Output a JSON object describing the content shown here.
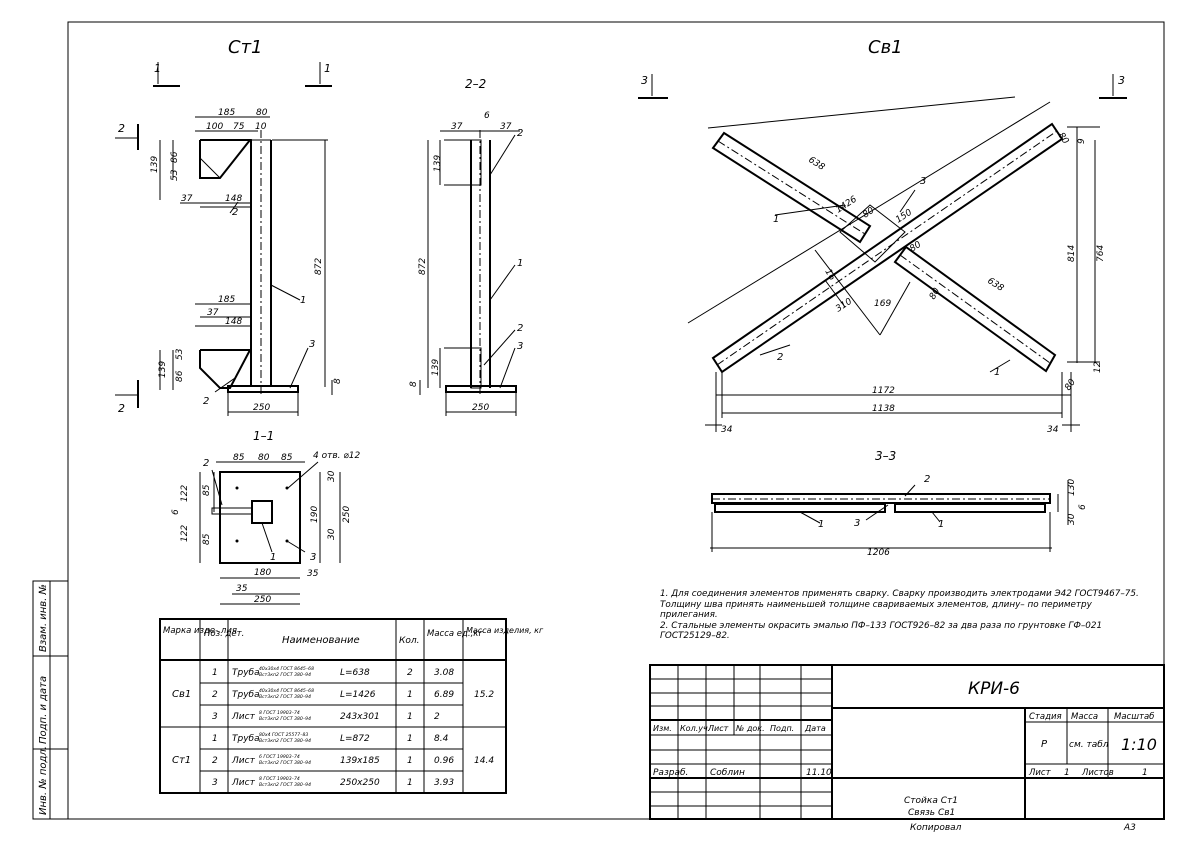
{
  "views": {
    "st1_title": "Ст1",
    "sv1_title": "Св1",
    "sec22": "2–2",
    "sec11": "1–1",
    "sec33": "3–3",
    "cut1": "1",
    "cut2": "2",
    "cut3": "3"
  },
  "st1_dims": [
    "185",
    "80",
    "100",
    "75",
    "10",
    "139",
    "86",
    "53",
    "37",
    "148",
    "872",
    "185",
    "37",
    "148",
    "139",
    "53",
    "86",
    "250",
    "8",
    "1",
    "2",
    "3",
    "2"
  ],
  "sec22_dims": [
    "37",
    "6",
    "37",
    "2",
    "139",
    "872",
    "1",
    "2",
    "3",
    "139",
    "8",
    "250"
  ],
  "sec11_dims": [
    "2",
    "85",
    "80",
    "85",
    "4 отв. ⌀12",
    "30",
    "122",
    "85",
    "6",
    "190",
    "250",
    "122",
    "85",
    "30",
    "1",
    "3",
    "180",
    "35",
    "35",
    "250"
  ],
  "sv1_dims": [
    "638",
    "3",
    "1",
    "1426",
    "80",
    "150",
    "80",
    "16",
    "310",
    "169",
    "638",
    "80",
    "9",
    "814",
    "764",
    "2",
    "1",
    "80",
    "12",
    "1172",
    "1138",
    "34",
    "34",
    "80"
  ],
  "sec33_dims": [
    "2",
    "1",
    "3",
    "1",
    "1206",
    "130",
    "30",
    "6"
  ],
  "notes": [
    "1. Для соединения элементов применять сварку. Сварку производить электродами Э42 ГОСТ9467–75.",
    "Толщину шва принять наименьшей толщине свариваемых элементов, длину– по периметру",
    "прилегания.",
    "2. Стальные элементы окрасить эмалью ПФ–133 ГОСТ926–82 за два раза по грунтовке ГФ–021",
    "ГОСТ25129–82."
  ],
  "spec_table": {
    "headers": [
      "Марка изде- лия",
      "Поз. дет.",
      "Наименование",
      "Кол.",
      "Масса ед.,кг",
      "Масса изделия, кг"
    ],
    "rows": [
      {
        "mark": "Св1",
        "pos": "1",
        "name": "Труба",
        "gost_top": "40х30х4 ГОСТ 8645–68",
        "gost_bot": "Вст3кп2 ГОСТ 380–94",
        "size": "L=638",
        "qty": "2",
        "mass": "3.08",
        "total": "15.2"
      },
      {
        "mark": "",
        "pos": "2",
        "name": "Труба",
        "gost_top": "40х30х4 ГОСТ 8645–68",
        "gost_bot": "Вст3кп2 ГОСТ 380–94",
        "size": "L=1426",
        "qty": "1",
        "mass": "6.89",
        "total": ""
      },
      {
        "mark": "",
        "pos": "3",
        "name": "Лист",
        "gost_top": "8 ГОСТ 19903–74",
        "gost_bot": "Вст3кп2 ГОСТ 380–94",
        "size": "243х301",
        "qty": "1",
        "mass": "2",
        "total": ""
      },
      {
        "mark": "Ст1",
        "pos": "1",
        "name": "Труба",
        "gost_top": "80х4 ГОСТ 25577–83",
        "gost_bot": "Вст3кп2 ГОСТ 380–94",
        "size": "L=872",
        "qty": "1",
        "mass": "8.4",
        "total": "14.4"
      },
      {
        "mark": "",
        "pos": "2",
        "name": "Лист",
        "gost_top": "6 ГОСТ 19903–74",
        "gost_bot": "Вст3кп2 ГОСТ 380–94",
        "size": "139х185",
        "qty": "1",
        "mass": "0.96",
        "total": ""
      },
      {
        "mark": "",
        "pos": "3",
        "name": "Лист",
        "gost_top": "8 ГОСТ 19903–74",
        "gost_bot": "Вст3кп2 ГОСТ 380–94",
        "size": "250х250",
        "qty": "1",
        "mass": "3.93",
        "total": ""
      }
    ]
  },
  "title_block": {
    "code": "КРИ-6",
    "col_headers": [
      "Изм.",
      "Кол.уч.",
      "Лист",
      "№ док.",
      "Подп.",
      "Дата"
    ],
    "developer_label": "Разраб.",
    "developer_name": "Соблин",
    "developer_date": "11.10",
    "stage_label": "Стадия",
    "mass_label": "Масса",
    "scale_label": "Масштаб",
    "stage": "Р",
    "mass": "см. табл",
    "scale": "1:10",
    "sheet_label": "Лист",
    "sheet": "1",
    "sheets_label": "Листов",
    "sheets": "1",
    "title_line1": "Стойка Ст1",
    "title_line2": "Связь Св1",
    "copied": "Копировал",
    "format": "А3"
  },
  "side_stamp": [
    "Инв. № подл.",
    "Подп. и дата",
    "Взам. инв. №"
  ]
}
